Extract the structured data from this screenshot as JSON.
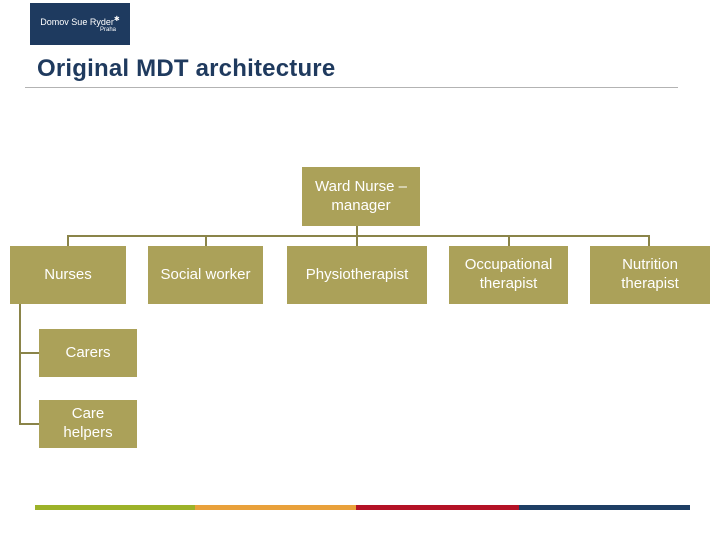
{
  "slide": {
    "logo": {
      "org_name": "Domov Sue Ryder",
      "flower": "✱",
      "city": "Praha"
    },
    "title": "Original MDT architecture"
  },
  "org_chart": {
    "root": {
      "label": "Ward Nurse – manager"
    },
    "level2": [
      {
        "label": "Nurses"
      },
      {
        "label": "Social worker"
      },
      {
        "label": "Physiotherapist"
      },
      {
        "label": "Occupational therapist"
      },
      {
        "label": "Nutrition therapist"
      }
    ],
    "nurses_children": [
      {
        "label": "Carers"
      },
      {
        "label": "Care helpers"
      }
    ]
  },
  "colors": {
    "logo_bg": "#1E3A5F",
    "logo_text": "#FFFFFF",
    "title_text": "#1F3A5E",
    "title_underline": "#B3B3B3",
    "node_fill": "#ABA159",
    "node_text": "#FFFFFF",
    "connector": "#8A8449"
  },
  "footer_bar": {
    "segments": [
      {
        "name": "green",
        "color": "#9CB229"
      },
      {
        "name": "orange",
        "color": "#E9A13B"
      },
      {
        "name": "red",
        "color": "#B41226"
      },
      {
        "name": "navy",
        "color": "#1E3E64"
      }
    ]
  }
}
